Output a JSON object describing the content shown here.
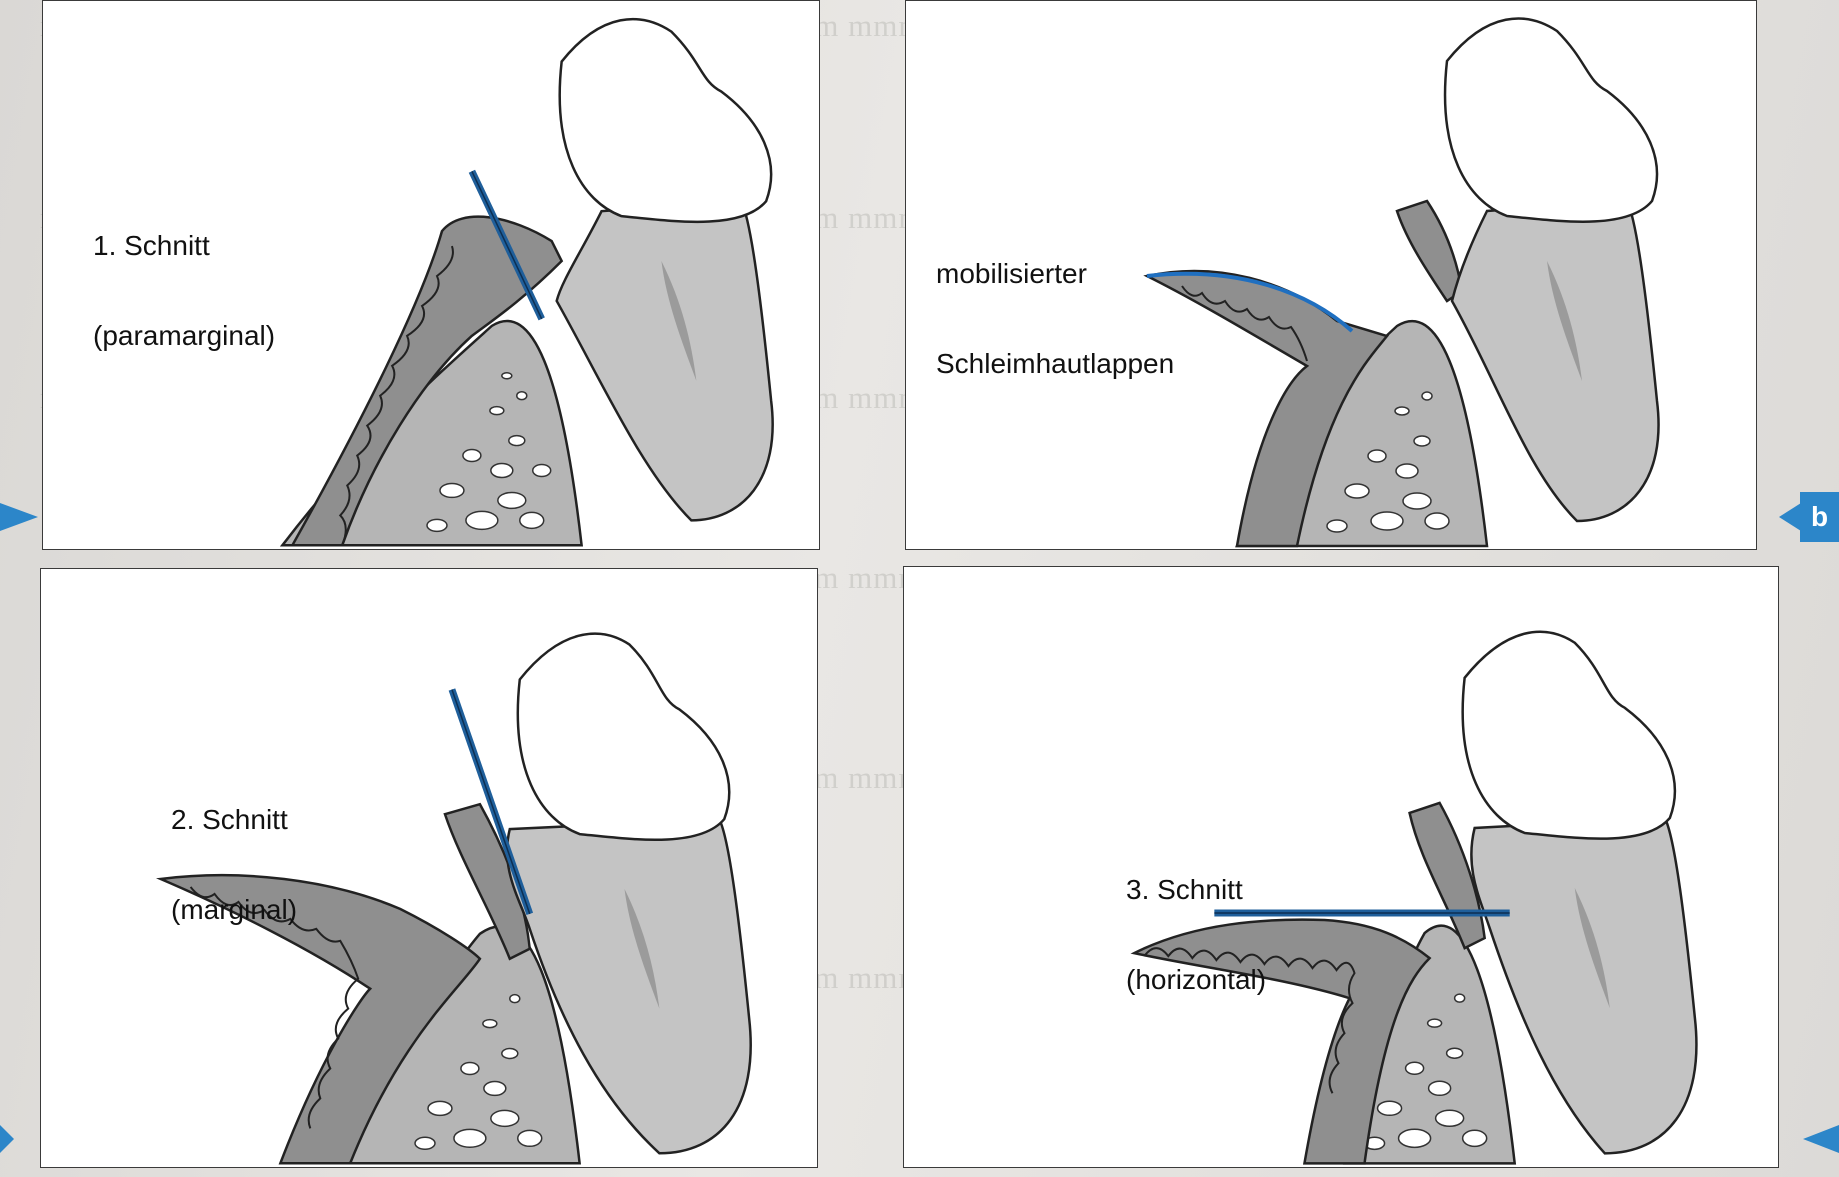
{
  "panels": [
    {
      "id": "a",
      "label_lines": [
        "1. Schnitt",
        "(paramarginal)"
      ]
    },
    {
      "id": "b",
      "label_lines": [
        "mobilisierter",
        "Schleimhautlappen"
      ]
    },
    {
      "id": "c",
      "label_lines": [
        "2. Schnitt",
        "(marginal)"
      ]
    },
    {
      "id": "d",
      "label_lines": [
        "3. Schnitt",
        "(horizontal)"
      ]
    }
  ],
  "margin_tab": {
    "text": "b"
  },
  "colors": {
    "incision": "#1f5f9b",
    "flap_edge": "#1f6fc0",
    "tooth": "#c4c4c4",
    "gingiva": "#8f8f8f",
    "bone": "#b5b5b5",
    "tab": "#2c86c9"
  }
}
